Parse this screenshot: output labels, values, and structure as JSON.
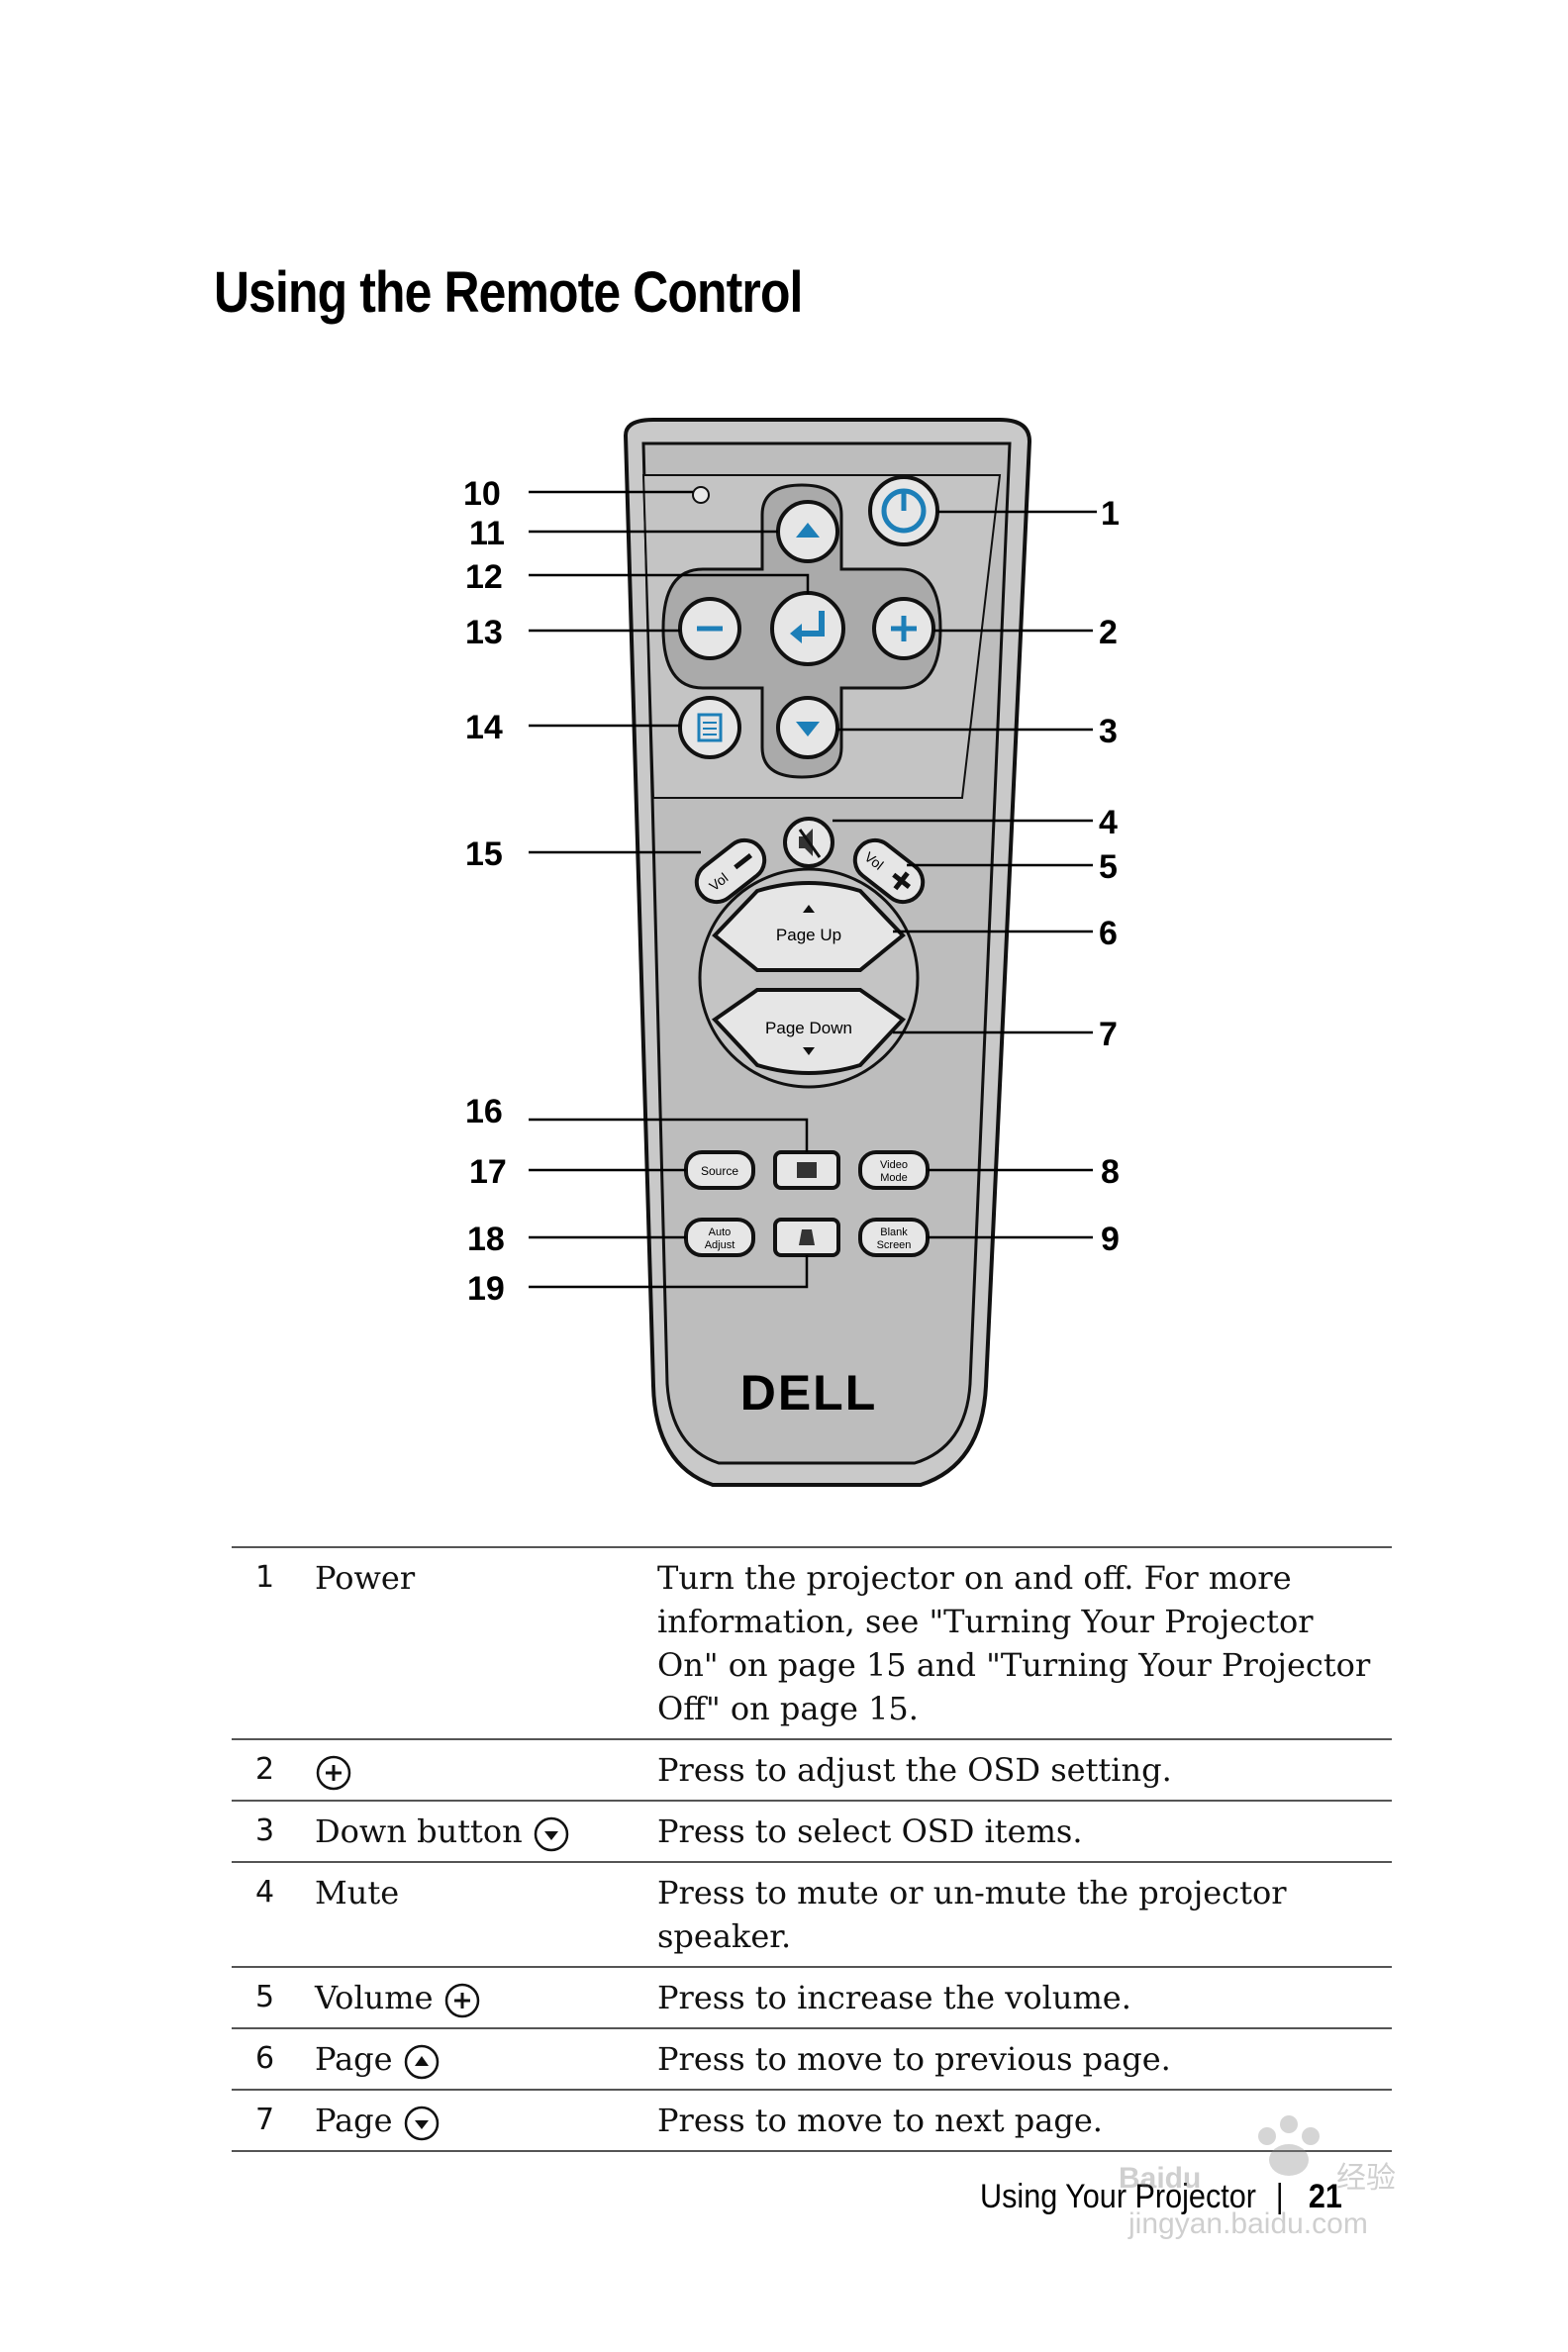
{
  "page": {
    "title": "Using the Remote Control",
    "footer_section": "Using Your Projector",
    "footer_separator": "|",
    "footer_page": "21"
  },
  "remote": {
    "brand_logo": "DELL",
    "buttons": {
      "vol_minus": "Vol",
      "vol_plus": "Vol",
      "page_up": "Page Up",
      "page_down": "Page Down",
      "source": "Source",
      "video_mode_l1": "Video",
      "video_mode_l2": "Mode",
      "auto_adjust_l1": "Auto",
      "auto_adjust_l2": "Adjust",
      "blank_screen_l1": "Blank",
      "blank_screen_l2": "Screen"
    },
    "callouts_left": [
      "10",
      "11",
      "12",
      "13",
      "14",
      "15",
      "16",
      "17",
      "18",
      "19"
    ],
    "callouts_right": [
      "1",
      "2",
      "3",
      "4",
      "5",
      "6",
      "7",
      "8",
      "9"
    ]
  },
  "table": {
    "rows": [
      {
        "num": "1",
        "name": "Power",
        "icon": "",
        "desc": "Turn the projector on and off. For more information, see \"Turning Your Projector On\" on page 15 and \"Turning Your Projector Off\" on page 15."
      },
      {
        "num": "2",
        "name": "",
        "icon": "plus-circle-icon",
        "desc": "Press to adjust the OSD setting."
      },
      {
        "num": "3",
        "name": "Down button",
        "icon": "down-arrow-circle-icon",
        "desc": "Press to select OSD items."
      },
      {
        "num": "4",
        "name": "Mute",
        "icon": "",
        "desc": "Press to mute or un-mute the projector speaker."
      },
      {
        "num": "5",
        "name": "Volume",
        "icon": "plus-circle-icon",
        "desc": "Press to increase the volume."
      },
      {
        "num": "6",
        "name": "Page",
        "icon": "up-arrow-circle-icon",
        "desc": "Press to move to previous page."
      },
      {
        "num": "7",
        "name": "Page",
        "icon": "down-arrow-circle-icon",
        "desc": "Press to move to next page."
      }
    ]
  },
  "watermark": {
    "brand": "Baidu",
    "cn": "经验",
    "url": "jingyan.baidu.com"
  }
}
